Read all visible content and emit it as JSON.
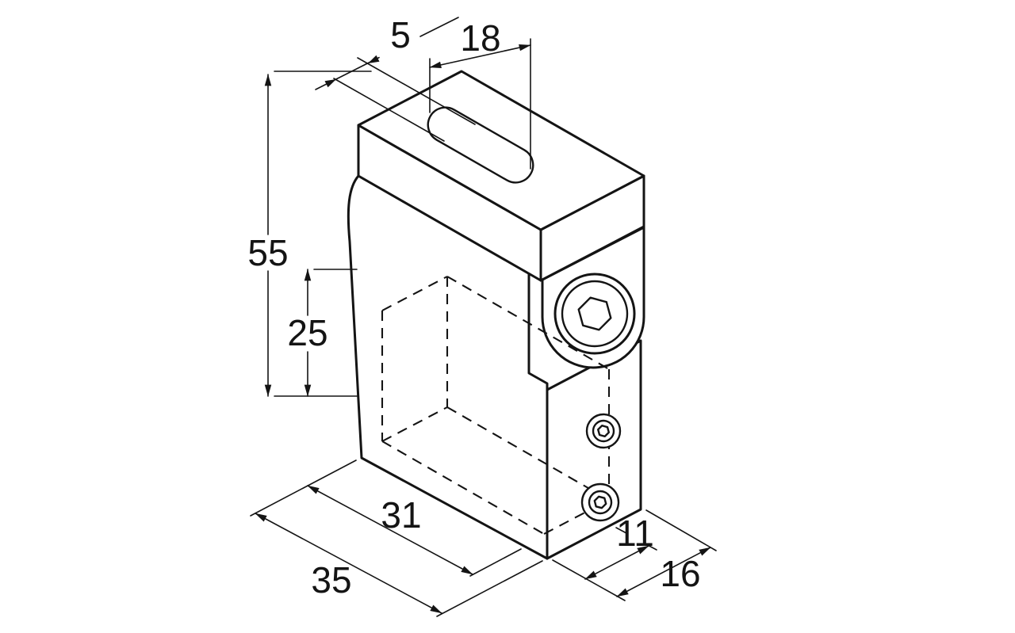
{
  "drawing": {
    "background": "#ffffff",
    "line_color": "#141414",
    "dimensions": {
      "d5": "5",
      "d18": "18",
      "d55": "55",
      "d25": "25",
      "d31": "31",
      "d35": "35",
      "d11": "11",
      "d16": "16"
    }
  }
}
